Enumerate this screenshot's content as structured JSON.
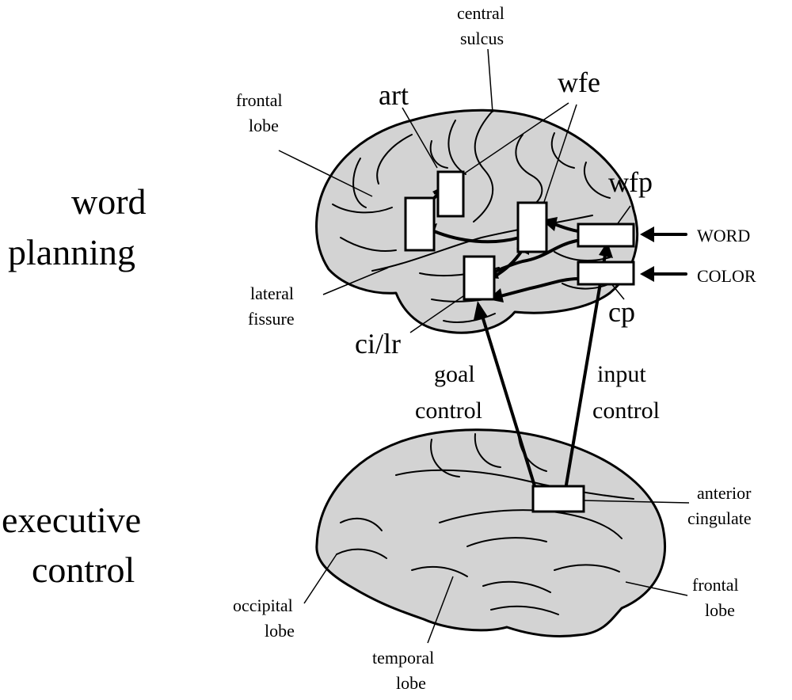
{
  "sections": {
    "word_planning": [
      "word",
      "planning"
    ],
    "executive_control": [
      "executive",
      "control"
    ]
  },
  "top_brain": {
    "labels": {
      "central_sulcus": [
        "central",
        "sulcus"
      ],
      "frontal_lobe": [
        "frontal",
        "lobe"
      ],
      "lateral_fissure": [
        "lateral",
        "fissure"
      ]
    },
    "modules": {
      "art": "art",
      "wfe": "wfe",
      "wfp": "wfp",
      "cp": "cp",
      "ci_lr": "ci/lr"
    },
    "inputs": {
      "word": "WORD",
      "color": "COLOR"
    }
  },
  "control_links": {
    "goal": [
      "goal",
      "control"
    ],
    "input": [
      "input",
      "control"
    ]
  },
  "bottom_brain": {
    "labels": {
      "anterior_cingulate": [
        "anterior",
        "cingulate"
      ],
      "frontal_lobe": [
        "frontal",
        "lobe"
      ],
      "occipital_lobe": [
        "occipital",
        "lobe"
      ],
      "temporal_lobe": [
        "temporal",
        "lobe"
      ]
    }
  },
  "colors": {
    "brain_fill": "#d3d3d3",
    "stroke": "#000000",
    "box_fill": "#ffffff"
  }
}
